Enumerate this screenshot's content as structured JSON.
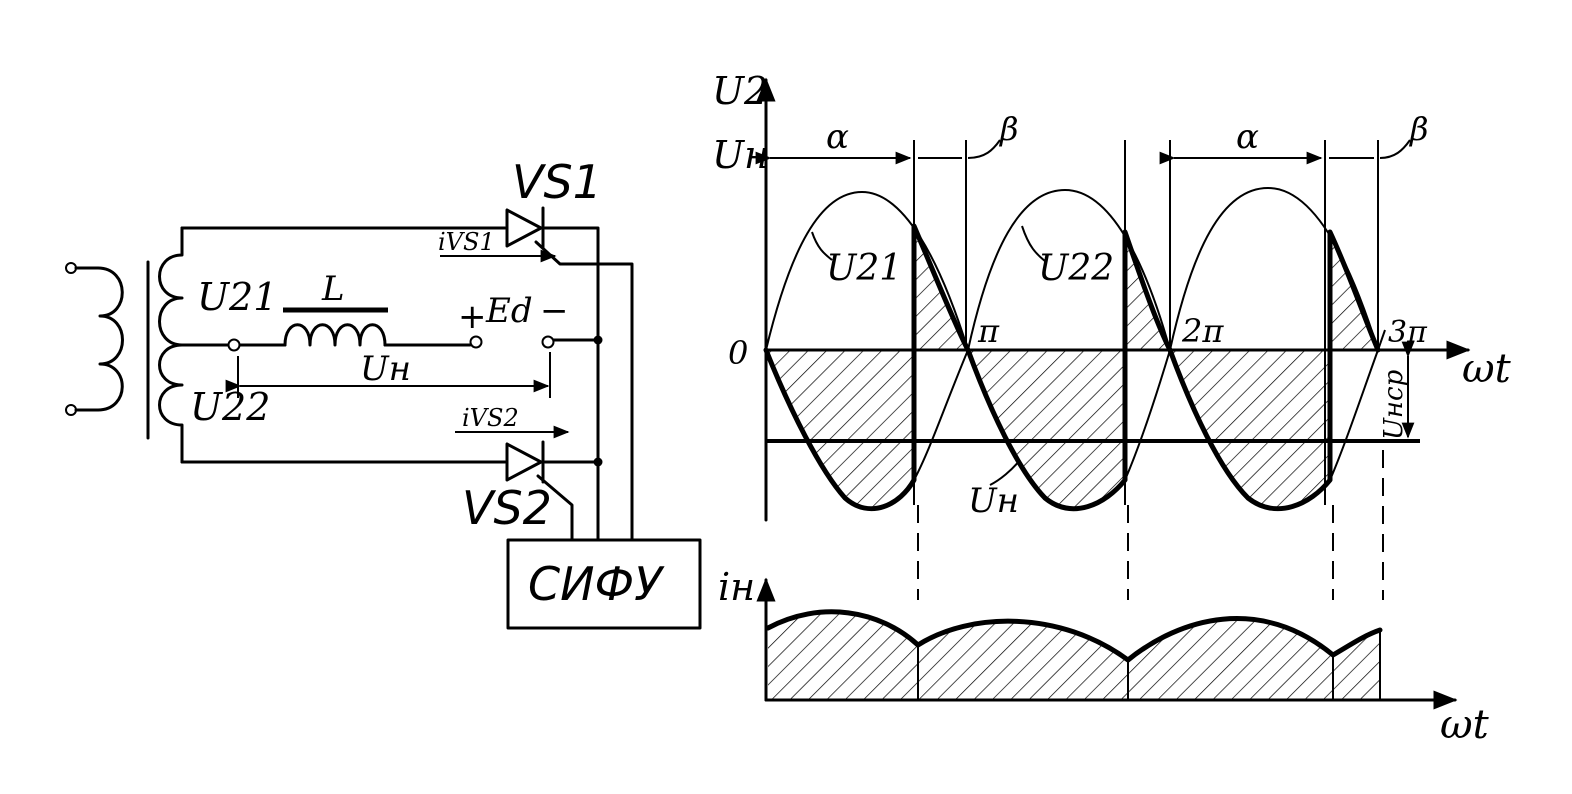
{
  "circuit": {
    "winding_u21": "U21",
    "winding_u22": "U22",
    "inductor": "L",
    "load_voltage": "Uн",
    "source_plus": "+",
    "source_label": "Ed",
    "source_minus": "−",
    "thyristor_1": "VS1",
    "thyristor_2": "VS2",
    "current_1": "iVS1",
    "current_2": "iVS2",
    "control_unit": "СИФУ"
  },
  "voltage_plot": {
    "y_axis_label": "U2",
    "y_level_label": "Uн",
    "x_axis_label": "ωt",
    "origin_label": "0",
    "tick_pi": "π",
    "tick_2pi": "2π",
    "tick_3pi": "3π",
    "alpha_label": "α",
    "beta_label": "β",
    "curve_u21": "U21",
    "curve_u22": "U22",
    "curve_un": "Uн",
    "mean_voltage": "Uнср"
  },
  "current_plot": {
    "y_axis_label": "iн",
    "x_axis_label": "ωt"
  }
}
